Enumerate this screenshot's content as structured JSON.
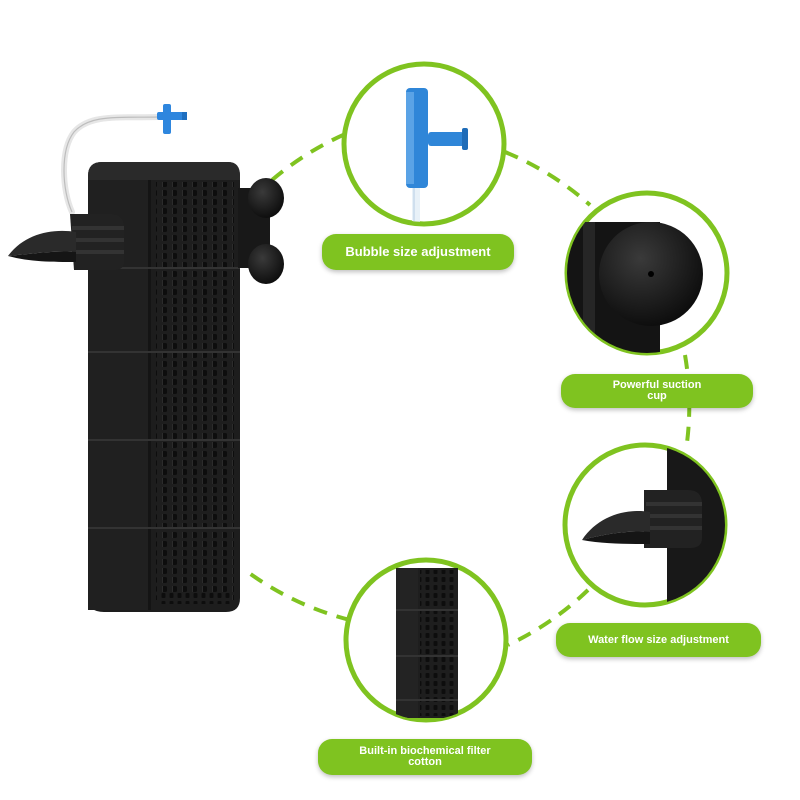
{
  "accent_color": "#7fc320",
  "product_color": "#1c1c1c",
  "callouts": {
    "bubble": {
      "label": "Bubble size adjustment"
    },
    "suction": {
      "label_line1": "Powerful suction",
      "label_line2": "cup"
    },
    "flow": {
      "label": "Water flow size adjustment"
    },
    "cotton": {
      "label_line1": "Built-in biochemical filter",
      "label_line2": "cotton"
    }
  },
  "icons": [
    "air-valve-icon",
    "suction-cup-icon",
    "flow-nozzle-icon",
    "filter-cotton-icon"
  ]
}
